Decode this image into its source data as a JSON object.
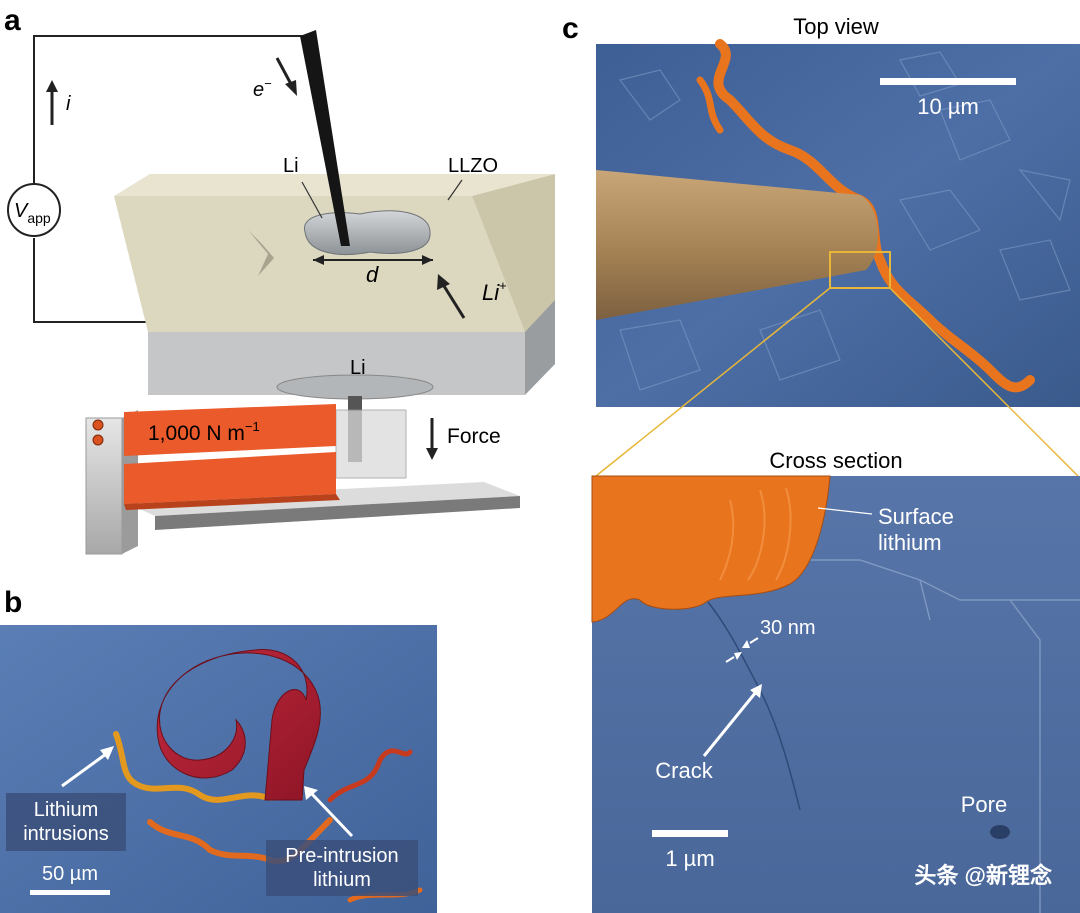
{
  "panel_a": {
    "letter": "a",
    "current_label": "i",
    "electron_label": "e",
    "electron_sup": "−",
    "voltage_label": "V",
    "voltage_sub": "app",
    "li_tip_label": "Li",
    "llzo_label": "LLZO",
    "distance_label": "d",
    "li_ion_label": "Li",
    "li_ion_sup": "+",
    "li_bottom_label": "Li",
    "stiffness_label": "1,000 N m",
    "stiffness_sup": "−1",
    "force_label": "Force"
  },
  "panel_b": {
    "letter": "b",
    "intrusions_line1": "Lithium",
    "intrusions_line2": "intrusions",
    "scale_label": "50 µm",
    "pre_line1": "Pre-intrusion",
    "pre_line2": "lithium"
  },
  "panel_c": {
    "letter": "c",
    "top_title": "Top view",
    "top_scale": "10 µm",
    "cross_title": "Cross section",
    "surface_line1": "Surface",
    "surface_line2": "lithium",
    "gap_label": "30 nm",
    "crack_label": "Crack",
    "pore_label": "Pore",
    "cross_scale": "1 µm"
  },
  "watermark": "头条 @新锂念",
  "colors": {
    "sem_blue": "#4a6a9c",
    "lithium_orange": "#e8741e",
    "pre_intrusion_red": "#b21f33",
    "llzo_beige": "#dcd7bf",
    "probe_tan": "#b08a5a"
  }
}
